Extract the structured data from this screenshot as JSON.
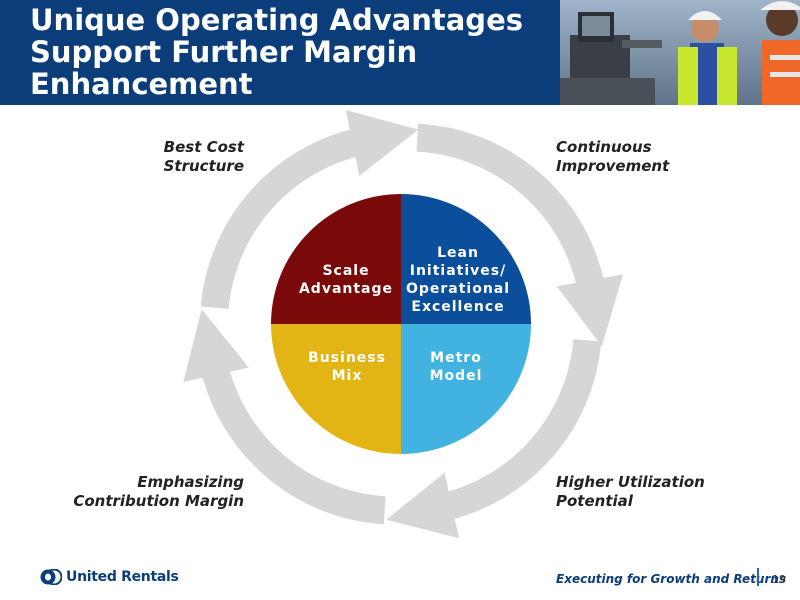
{
  "slide": {
    "title_lines": [
      "Unique Operating Advantages",
      "Support Further Margin",
      "Enhancement"
    ]
  },
  "cycle": {
    "labels": {
      "top_left": [
        "Best Cost",
        "Structure"
      ],
      "top_right": [
        "Continuous",
        "Improvement"
      ],
      "bottom_left": [
        "Emphasizing",
        "Contribution Margin"
      ],
      "bottom_right": [
        "Higher Utilization",
        "Potential"
      ]
    },
    "arrow_color": "#d6d6d6"
  },
  "pie": {
    "quadrants": [
      {
        "id": "top-left",
        "lines": [
          "Scale",
          "Advantage"
        ],
        "color": "#7a0a0a"
      },
      {
        "id": "top-right",
        "lines": [
          "Lean",
          "Initiatives/",
          "Operational",
          "Excellence"
        ],
        "color": "#0b4e9c"
      },
      {
        "id": "bottom-left",
        "lines": [
          "Business",
          "Mix"
        ],
        "color": "#e3b514"
      },
      {
        "id": "bottom-right",
        "lines": [
          "Metro",
          "Model"
        ],
        "color": "#42b3e0"
      }
    ]
  },
  "footer": {
    "logo_text": "United Rentals",
    "tagline": "Executing for Growth and Returns",
    "page_number": "19"
  },
  "colors": {
    "header_bg": "#0b3d7a",
    "brand_blue": "#0b3d7a"
  },
  "icons": [
    "united-rentals-logo-icon",
    "worker-photo"
  ]
}
